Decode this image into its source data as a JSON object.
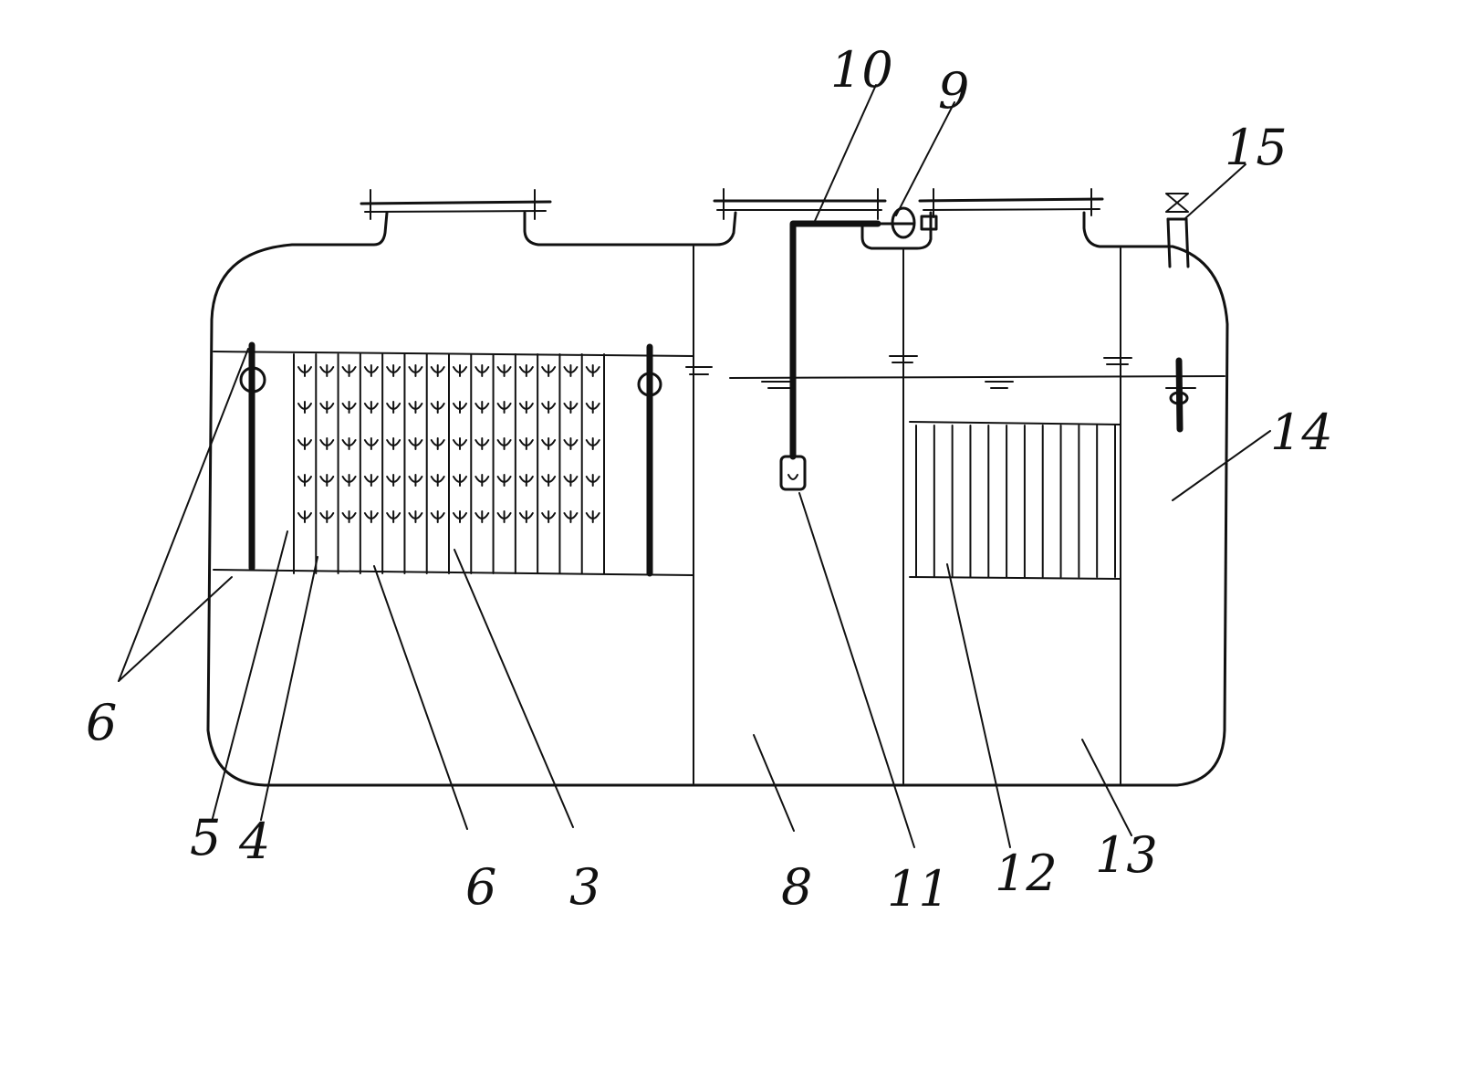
{
  "labels": {
    "l3": "3",
    "l4": "4",
    "l5": "5",
    "l6_left": "6",
    "l6_mid": "6",
    "l8": "8",
    "l9": "9",
    "l10": "10",
    "l11": "11",
    "l12": "12",
    "l13": "13",
    "l14": "14",
    "l15": "15"
  },
  "colors": {
    "ink": "#111111",
    "paper": "#ffffff"
  }
}
